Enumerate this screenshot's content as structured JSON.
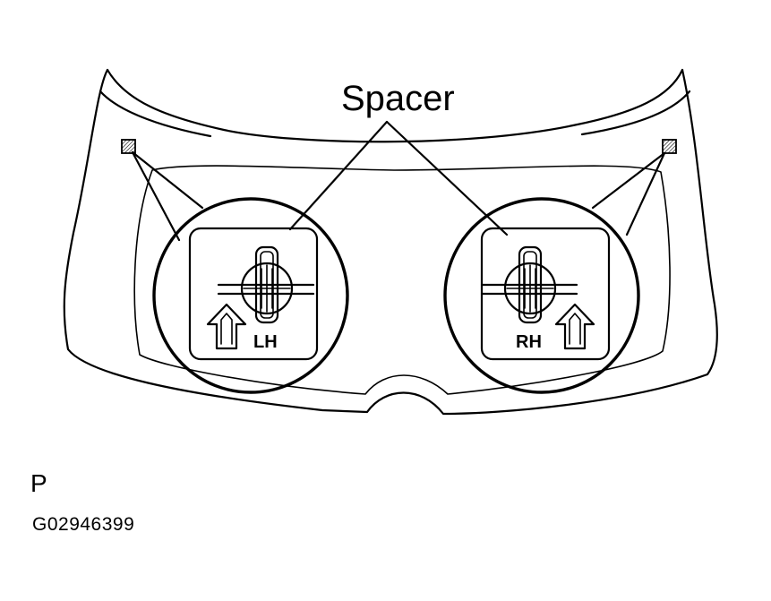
{
  "callout": {
    "label": "Spacer"
  },
  "left_spacer": {
    "side_label": "LH",
    "icon": "up-arrow-icon"
  },
  "right_spacer": {
    "side_label": "RH",
    "icon": "up-arrow-icon"
  },
  "markers": {
    "icon": "square-hatched-marker-icon"
  },
  "footer": {
    "view_letter": "P",
    "figure_code": "G02946399"
  }
}
